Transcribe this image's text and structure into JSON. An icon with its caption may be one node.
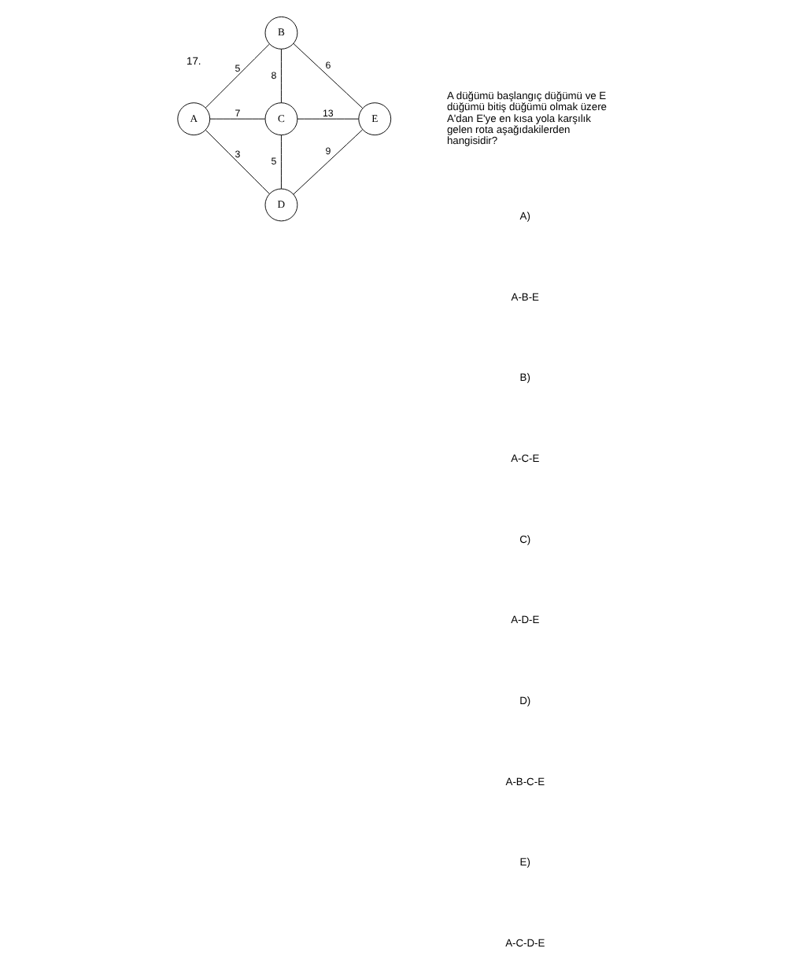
{
  "diagram": {
    "nodes": [
      {
        "text": [
          "A"
        ]
      },
      {
        "text": [
          "B"
        ]
      },
      {
        "text": [
          "C"
        ]
      },
      {
        "text": [
          "D"
        ]
      },
      {
        "text": [
          "E"
        ]
      }
    ],
    "edges": [
      {
        "from": 0,
        "to": 1,
        "arrow": "none",
        "label": "5"
      },
      {
        "from": 0,
        "to": 2,
        "arrow": "none",
        "label": "7"
      },
      {
        "from": 0,
        "to": 3,
        "arrow": "none",
        "label": "3"
      },
      {
        "from": 1,
        "to": 2,
        "arrow": "none",
        "label": "8"
      },
      {
        "from": 1,
        "to": 4,
        "arrow": "none",
        "label": "6"
      },
      {
        "from": 2,
        "to": 4,
        "arrow": "none",
        "label": "13"
      },
      {
        "from": 2,
        "to": 3,
        "arrow": "none",
        "label": "5"
      },
      {
        "from": 3,
        "to": 4,
        "arrow": "none",
        "label": "9"
      }
    ],
    "labels": [
      "17.",
      "A düğümü başlangıç düğümü ve E düğümü bitiş düğümü olmak üzere A'dan E'ye en kısa yola karşılık gelen rota aşağıdakilerden hangisidir?",
      "A)",
      "A-B-E",
      "B)",
      "A-C-E",
      "C)",
      "A-D-E",
      "D)",
      "A-B-C-E",
      "E)",
      "A-C-D-E"
    ]
  }
}
